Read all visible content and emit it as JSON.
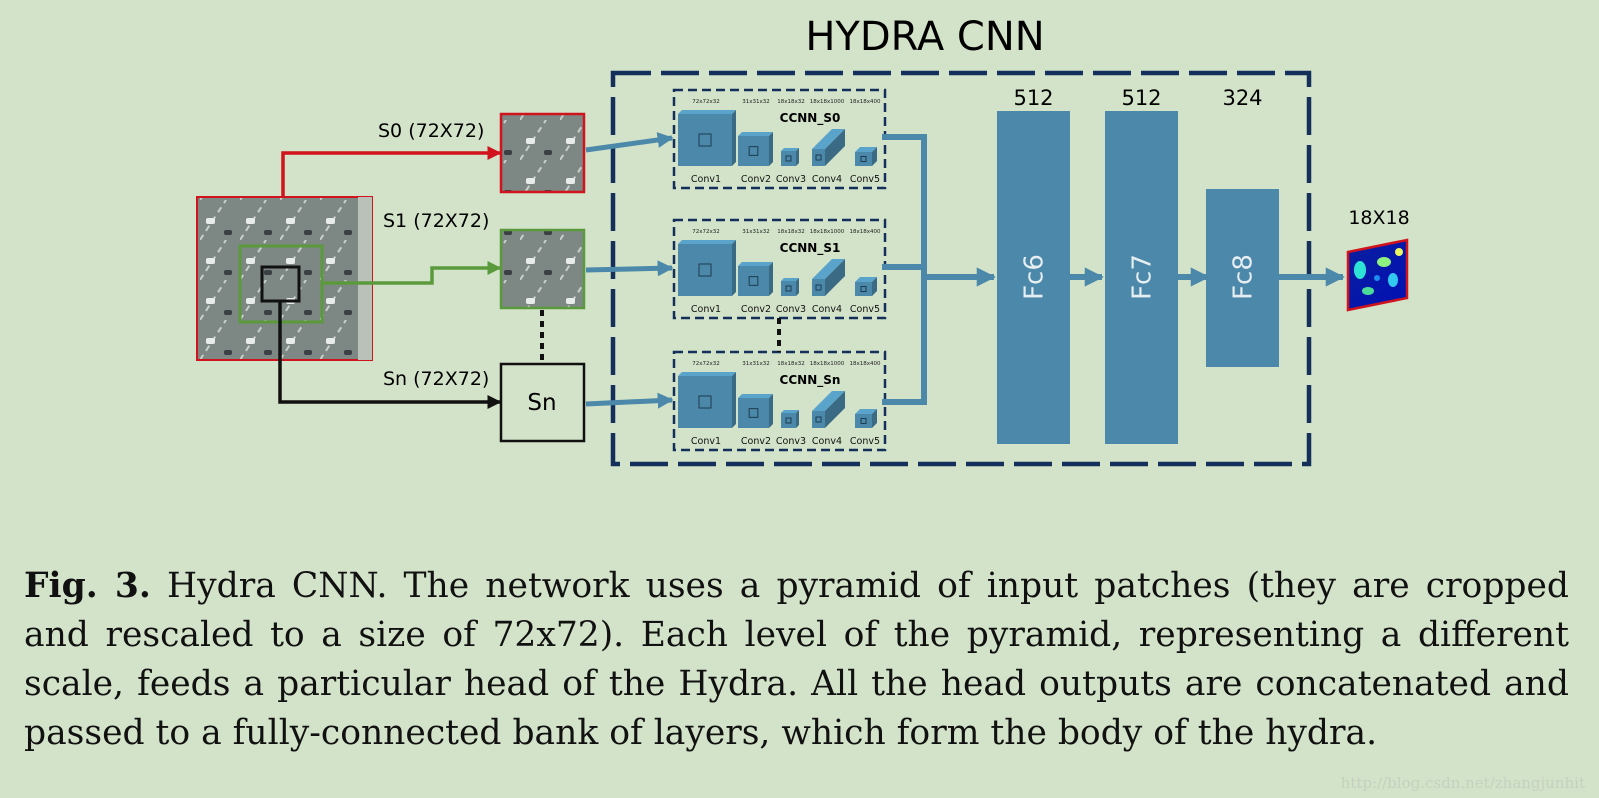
{
  "diagram": {
    "title": "HYDRA CNN",
    "inputs": [
      {
        "label": "S0 (72X72)",
        "color": "#d0131c"
      },
      {
        "label": "S1 (72X72)",
        "color": "#5a9a3c"
      },
      {
        "label": "Sn (72X72)",
        "color": "#111111"
      }
    ],
    "sn_box_label": "Sn",
    "heads": [
      {
        "name": "CCNN_S0"
      },
      {
        "name": "CCNN_S1"
      },
      {
        "name": "CCNN_Sn"
      }
    ],
    "conv_labels": [
      "Conv1",
      "Conv2",
      "Conv3",
      "Conv4",
      "Conv5"
    ],
    "conv_dims": [
      "72x72x32",
      "31x31x32",
      "18x18x32",
      "18x18x1000",
      "18x18x400"
    ],
    "fc_layers": [
      {
        "name": "Fc6",
        "size": "512"
      },
      {
        "name": "Fc7",
        "size": "512"
      },
      {
        "name": "Fc8",
        "size": "324"
      }
    ],
    "output_label": "18X18",
    "colors": {
      "layer_blue": "#4b88a9",
      "frame_navy": "#14305a",
      "background": "#d3e3c9"
    }
  },
  "caption": {
    "figure_label": "Fig. 3.",
    "text": " Hydra CNN. The network uses a pyramid of input patches (they are cropped and rescaled to a size of 72x72). Each level of the pyramid, representing a different scale, feeds a particular head of the Hydra. All the head outputs are concatenated and passed to a fully-connected bank of layers, which form the body of the hydra."
  },
  "watermark": "http://blog.csdn.net/zhangjunhit"
}
